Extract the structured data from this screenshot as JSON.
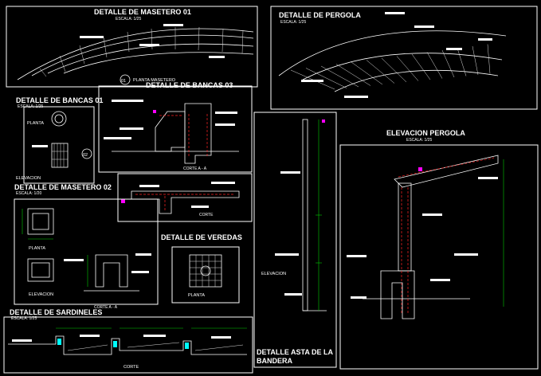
{
  "drawing": {
    "masetero01": {
      "title": "DETALLE DE MASETERO 01",
      "scale": "ESCALA: 1/25",
      "plan_label": "PLANTA MASETERO",
      "badge": "01"
    },
    "pergola": {
      "title": "DETALLE DE PERGOLA",
      "scale": "ESCALA: 1/25"
    },
    "bancas01": {
      "title": "DETALLE DE BANCAS 01",
      "scale": "ESCALA: 1/25",
      "plan": "PLANTA",
      "elev": "ELEVACION",
      "badge": "02"
    },
    "bancas03": {
      "title": "DETALLE DE BANCAS 03",
      "cut": "CORTE A - A"
    },
    "masetero02": {
      "title": "DETALLE DE MASETERO 02",
      "scale": "ESCALA: 1/20",
      "plan": "PLANTA",
      "elev": "ELEVACION",
      "cut": "CORTE A - A"
    },
    "corte_small": {
      "label": "CORTE"
    },
    "veredas": {
      "title": "DETALLE DE VEREDAS",
      "plan": "PLANTA"
    },
    "asta": {
      "title_line1": "DETALLE ASTA DE LA",
      "title_line2": "BANDERA",
      "elev": "ELEVACION"
    },
    "elev_pergola": {
      "title": "ELEVACION  PERGOLA",
      "scale": "ESCALA: 1/25"
    },
    "sardineles": {
      "title": "DETALLE DE SARDINELES",
      "scale": "ESCALA: 1/25",
      "cut": "CORTE"
    }
  }
}
